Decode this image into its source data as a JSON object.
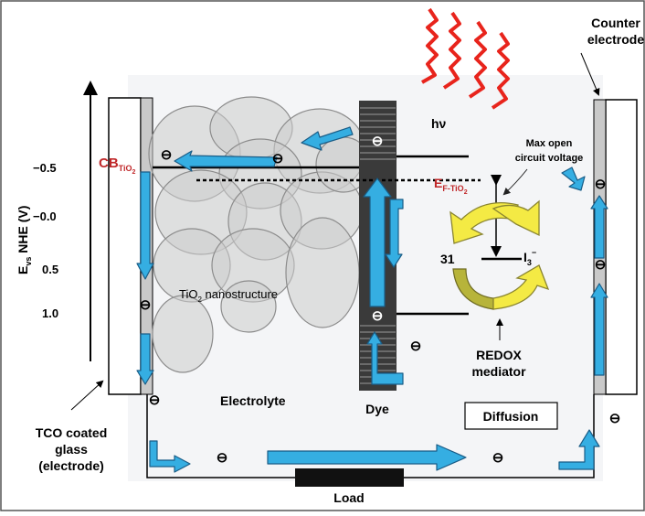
{
  "colors": {
    "background": "#f5f6f8",
    "frame": "#000000",
    "arrow_fill": "#35aee2",
    "arrow_stroke": "#1a5d87",
    "photon": "#e8241c",
    "highlight_red": "#c0282a",
    "redox_yellow": "#f4ea44",
    "redox_shade": "#b7b43a",
    "dye_band": "#3a3a3a",
    "nanoparticle": "#cfcfcf"
  },
  "axis": {
    "label_main": "E",
    "label_sub": "vs",
    "label_rest": " NHE (V)",
    "ticks": [
      "−0.5",
      "−0.0",
      "0.5",
      "1.0"
    ]
  },
  "labels": {
    "counter_electrode": [
      "Counter",
      "electrode"
    ],
    "tco_glass": [
      "TCO coated",
      "glass",
      "(electrode)"
    ],
    "cb_main": "CB",
    "cb_sub": "TiO",
    "cb_sub2": "2",
    "ef_main": "E",
    "ef_sub": "F-TiO",
    "ef_sub2": "2",
    "max_voc": [
      "Max open",
      "circuit voltage"
    ],
    "hv": "hν",
    "nanostructure_main": "TiO",
    "nanostructure_sub": "2",
    "nanostructure_rest": " nanostructure",
    "electrolyte": "Electrolyte",
    "dye": "Dye",
    "diffusion": "Diffusion",
    "redox": [
      "REDOX",
      "mediator"
    ],
    "iodide": "31",
    "triiodide_main": "I",
    "triiodide_sub": "3",
    "triiodide_sup": "−",
    "load": "Load",
    "electron": "⊖"
  }
}
